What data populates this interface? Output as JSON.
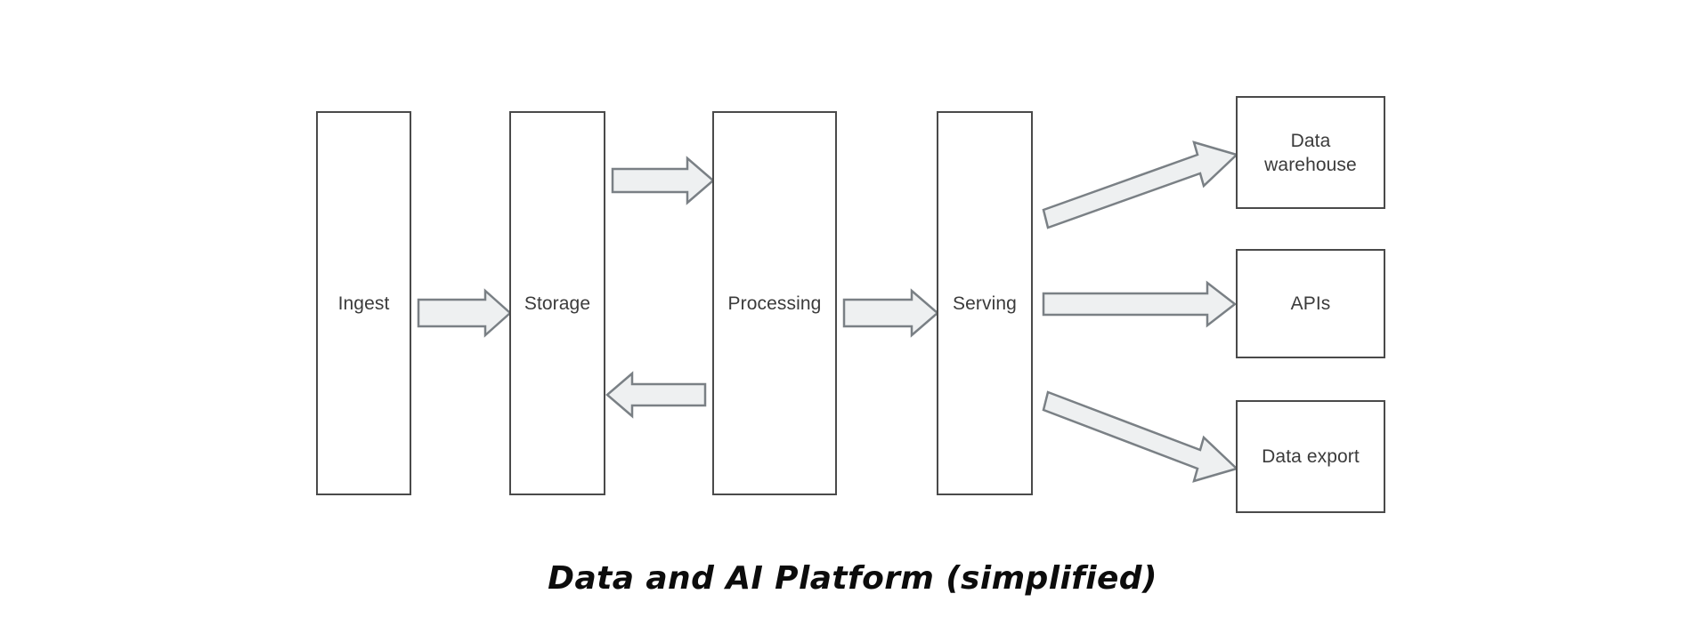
{
  "diagram": {
    "title": "Data and AI Platform (simplified)",
    "background_color": "#ffffff",
    "box_stroke_color": "#4a4a4a",
    "box_fill_color": "#ffffff",
    "arrow_fill_color": "#eef0f1",
    "arrow_stroke_color": "#7a8085",
    "label_text_color": "#3b3b3b",
    "title_text_color": "#0c0c0c"
  },
  "pipeline_stages": [
    {
      "id": "ingest",
      "label": "Ingest"
    },
    {
      "id": "storage",
      "label": "Storage"
    },
    {
      "id": "processing",
      "label": "Processing"
    },
    {
      "id": "serving",
      "label": "Serving"
    }
  ],
  "outputs": [
    {
      "id": "data-warehouse",
      "label": "Data\nwarehouse"
    },
    {
      "id": "apis",
      "label": "APIs"
    },
    {
      "id": "data-export",
      "label": "Data export"
    }
  ],
  "connections": [
    {
      "id": "ingest-to-storage",
      "from": "ingest",
      "to": "storage",
      "direction": "right"
    },
    {
      "id": "storage-to-processing",
      "from": "storage",
      "to": "processing",
      "direction": "right"
    },
    {
      "id": "processing-to-storage",
      "from": "processing",
      "to": "storage",
      "direction": "left"
    },
    {
      "id": "processing-to-serving",
      "from": "processing",
      "to": "serving",
      "direction": "right"
    },
    {
      "id": "serving-to-data-warehouse",
      "from": "serving",
      "to": "data-warehouse",
      "direction": "up-right"
    },
    {
      "id": "serving-to-apis",
      "from": "serving",
      "to": "apis",
      "direction": "right"
    },
    {
      "id": "serving-to-data-export",
      "from": "serving",
      "to": "data-export",
      "direction": "down-right"
    }
  ]
}
